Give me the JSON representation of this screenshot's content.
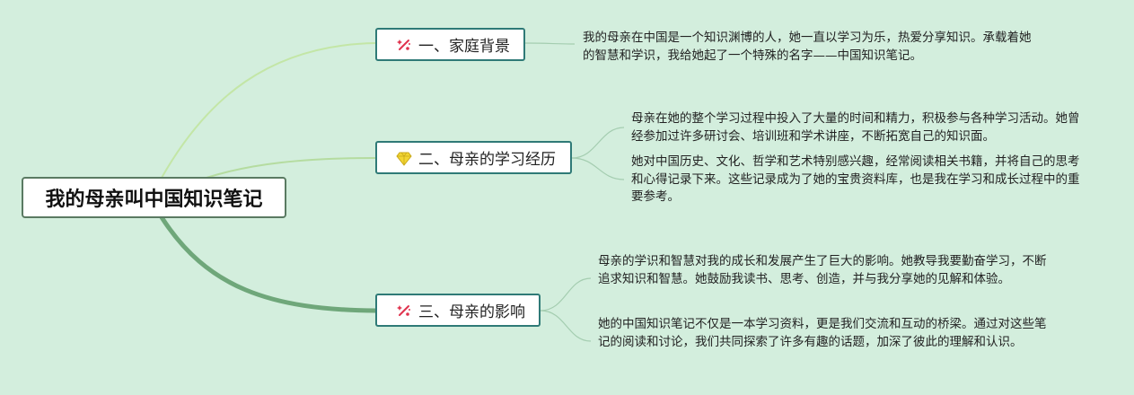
{
  "root": {
    "title": "我的母亲叫中国知识笔记"
  },
  "branches": [
    {
      "label": "一、家庭背景",
      "icon": "sparkle-icon",
      "notes": [
        "我的母亲在中国是一个知识渊博的人，她一直以学习为乐，热爱分享知识。承载着她的智慧和学识，我给她起了一个特殊的名字——中国知识笔记。"
      ]
    },
    {
      "label": "二、母亲的学习经历",
      "icon": "diamond-icon",
      "notes": [
        "母亲在她的整个学习过程中投入了大量的时间和精力，积极参与各种学习活动。她曾经参加过许多研讨会、培训班和学术讲座，不断拓宽自己的知识面。",
        "她对中国历史、文化、哲学和艺术特别感兴趣，经常阅读相关书籍，并将自己的思考和心得记录下来。这些记录成为了她的宝贵资料库，也是我在学习和成长过程中的重要参考。"
      ]
    },
    {
      "label": "三、母亲的影响",
      "icon": "sparkle-icon",
      "notes": [
        "母亲的学识和智慧对我的成长和发展产生了巨大的影响。她教导我要勤奋学习，不断追求知识和智慧。她鼓励我读书、思考、创造，并与我分享她的见解和体验。",
        "她的中国知识笔记不仅是一本学习资料，更是我们交流和互动的桥梁。通过对这些笔记的阅读和讨论，我们共同探索了许多有趣的话题，加深了彼此的理解和认识。"
      ]
    }
  ],
  "colors": {
    "background": "#d3eedd",
    "branch_1": "#c3e6a6",
    "branch_2": "#b5dca0",
    "branch_3": "#6fa77a",
    "leaf_line": "#a4cdb0",
    "topic_border": "#2f7a77",
    "icon_sparkle": "#e0334e",
    "icon_diamond": "#f2d533"
  }
}
